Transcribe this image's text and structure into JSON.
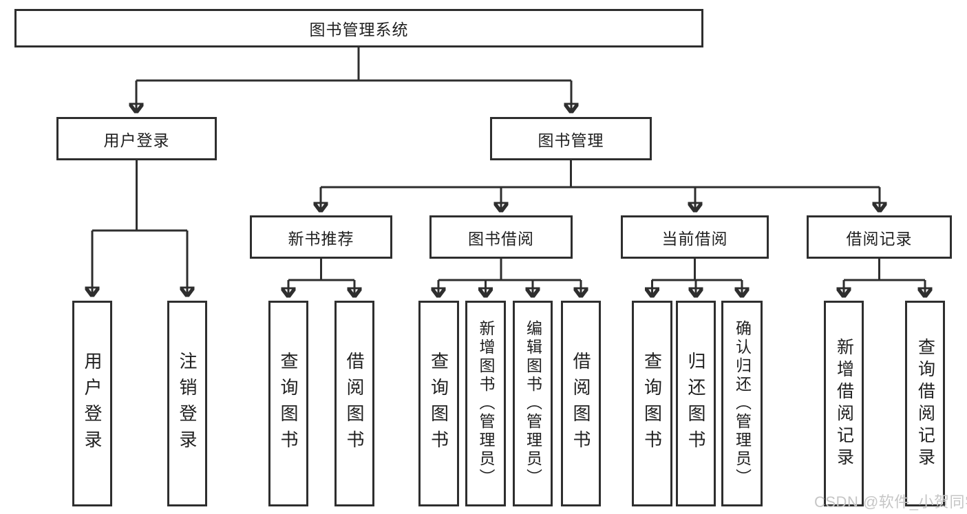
{
  "diagram": {
    "root": {
      "label": "图书管理系统"
    },
    "branches": [
      {
        "label": "用户登录",
        "children": [
          {
            "label": "用户登录"
          },
          {
            "label": "注销登录"
          }
        ]
      },
      {
        "label": "图书管理",
        "children": [
          {
            "label": "新书推荐",
            "children": [
              {
                "label": "查询图书"
              },
              {
                "label": "借阅图书"
              }
            ]
          },
          {
            "label": "图书借阅",
            "children": [
              {
                "label": "查询图书"
              },
              {
                "label": "新增图书（管理员）"
              },
              {
                "label": "编辑图书（管理员）"
              },
              {
                "label": "借阅图书"
              }
            ]
          },
          {
            "label": "当前借阅",
            "children": [
              {
                "label": "查询图书"
              },
              {
                "label": "归还图书"
              },
              {
                "label": "确认归还（管理员）"
              }
            ]
          },
          {
            "label": "借阅记录",
            "children": [
              {
                "label": "新增借阅记录"
              },
              {
                "label": "查询借阅记录"
              }
            ]
          }
        ]
      }
    ],
    "watermark": "CSDN @软件_小贺同学",
    "colors": {
      "line": "#2e2e2e",
      "text": "#1f1f1f",
      "background": "#ffffff",
      "watermark": "#c6c6c6"
    }
  }
}
